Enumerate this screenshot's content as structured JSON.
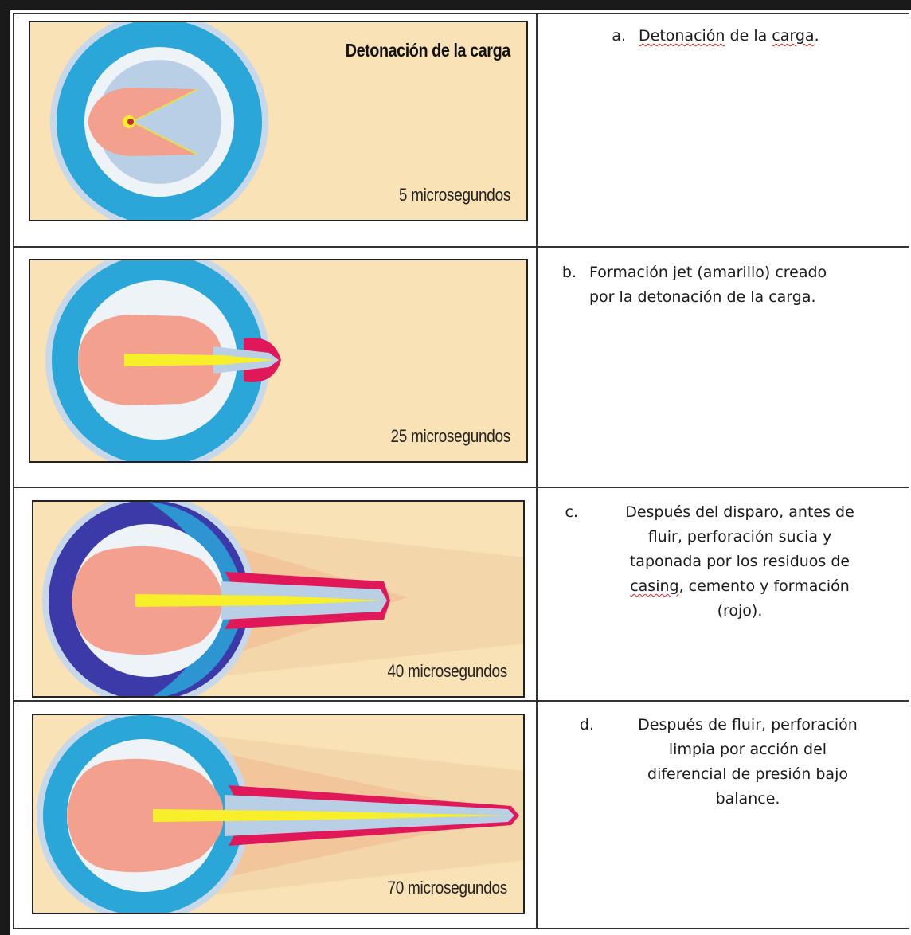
{
  "rows": [
    {
      "panel_title": "Detonación de la carga",
      "panel_time": "5 microsegundos",
      "letter": "a.",
      "text_parts": [
        "Detonación",
        " de la ",
        "carga",
        "."
      ]
    },
    {
      "panel_time": "25 microsegundos",
      "letter": "b.",
      "text_line1": "Formación jet (amarillo) creado",
      "text_line2": "por la detonación de la carga."
    },
    {
      "panel_time": "40 microsegundos",
      "letter": "c.",
      "text_line1": "Después del disparo, antes de",
      "text_line2": "fluir, perforación sucia y",
      "text_line3": "taponada por los residuos de",
      "text_line4_a": "casing",
      "text_line4_b": ", cemento y formación",
      "text_line5": "(rojo)."
    },
    {
      "panel_time": "70 microsegundos",
      "letter": "d.",
      "text_line1": "Después de fluir, perforación",
      "text_line2": "limpia por acción del",
      "text_line3": "diferencial de presión bajo",
      "text_line4": "balance."
    }
  ],
  "colors": {
    "background": "#f8e2b6",
    "casing_blue": "#2aa6d8",
    "ring_white": "#eef3f8",
    "charge_pink": "#f3a08e",
    "liner_blue": "#b8cfe6",
    "jet_yellow": "#f7ef2a",
    "debris_red": "#e0185a",
    "damaged_purple": "#3c3aa8"
  }
}
